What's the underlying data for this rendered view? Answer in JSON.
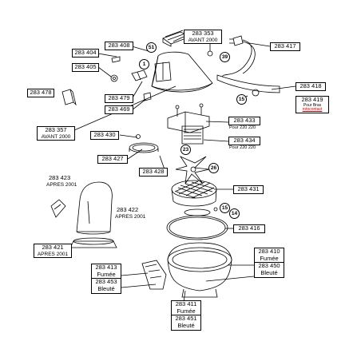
{
  "parts": {
    "p283353": {
      "code": "283 353",
      "note": "AVANT 2000"
    },
    "p283417": {
      "code": "283 417"
    },
    "p283408": {
      "code": "283 408"
    },
    "p283404": {
      "code": "283 404"
    },
    "p283405": {
      "code": "283 405"
    },
    "p283478": {
      "code": "283 478"
    },
    "p283479": {
      "code": "283 479"
    },
    "p283469": {
      "code": "283 469"
    },
    "p283418": {
      "code": "283 418"
    },
    "p283419": {
      "code": "283 419",
      "note1": "Pour Bras",
      "note2": "rotocontact"
    },
    "p283357": {
      "code": "283 357",
      "note": "AVANT 2000"
    },
    "p283430": {
      "code": "283 430"
    },
    "p283433": {
      "code": "283 433",
      "note": "Pour 220 220"
    },
    "p283434": {
      "code": "283 434",
      "note": "Pour 220 220"
    },
    "p283427": {
      "code": "283 427"
    },
    "p283428": {
      "code": "283 428"
    },
    "p283423": {
      "code": "283 423",
      "note": "APRES 2001"
    },
    "p283431": {
      "code": "283 431"
    },
    "p283422": {
      "code": "283 422",
      "note": "APRES 2001"
    },
    "p283416": {
      "code": "283 416"
    },
    "p283421": {
      "code": "283 421",
      "note": "APRES 2001"
    },
    "p283410": {
      "code": "283 410",
      "finish": "Fumée"
    },
    "p283450": {
      "code": "283 450",
      "finish": "Bleuté"
    },
    "p283413": {
      "code": "283 413",
      "finish": "Fumée"
    },
    "p283453": {
      "code": "283 453",
      "finish": "Bleuté"
    },
    "p283411": {
      "code": "283 411",
      "finish": "Fumée"
    },
    "p283451": {
      "code": "283 451",
      "finish": "Bleuté"
    }
  },
  "callouts": {
    "c51": "51",
    "c39": "39",
    "c1": "1",
    "c15a": "15",
    "c23": "23",
    "c26": "26",
    "c15b": "15",
    "c14": "14"
  }
}
